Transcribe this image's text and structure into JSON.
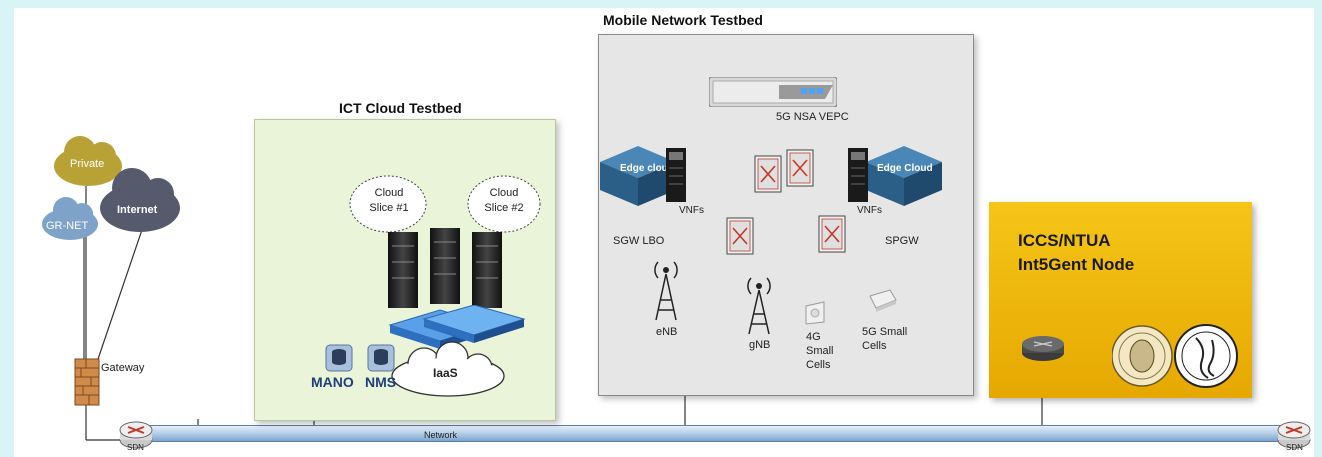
{
  "titles": {
    "mobile_testbed": "Mobile Network Testbed",
    "ict_testbed": "ICT Cloud Testbed",
    "iccs_line1": "ICCS/NTUA",
    "iccs_line2": "Int5Gent Node"
  },
  "clouds": {
    "private": "Private",
    "internet": "Internet",
    "gr_net": "GR-NET",
    "cloud_slice_1": "Cloud Slice #1",
    "cloud_slice_2": "Cloud Slice #2",
    "iaas": "IaaS"
  },
  "labels": {
    "gateway": "Gateway",
    "network": "Network",
    "sdn_left": "SDN",
    "sdn_right": "SDN",
    "mano": "MANO",
    "nms": "NMS",
    "vepc": "5G NSA VEPC",
    "edge_cloud_left": "Edge cloud",
    "edge_cloud_right": "Edge Cloud",
    "vnfs_left": "VNFs",
    "vnfs_right": "VNFs",
    "sgw_lbo": "SGW LBO",
    "spgw": "SPGW",
    "enb": "eNB",
    "gnb": "gNB",
    "small_cells_4g": "4G Small Cells",
    "small_cells_5g": "5G Small Cells"
  },
  "colors": {
    "background": "#d8f4f6",
    "ict_fill": "#eaf4d9",
    "mobile_fill": "#e6e6e6",
    "iccs_fill": "#f5c518",
    "private_cloud": "#b8a235",
    "internet_cloud": "#555a6c",
    "grnet_cloud": "#7fa2c8",
    "edge_cloud": "#2f6f9a",
    "network_bar": "#a9c6e3"
  }
}
